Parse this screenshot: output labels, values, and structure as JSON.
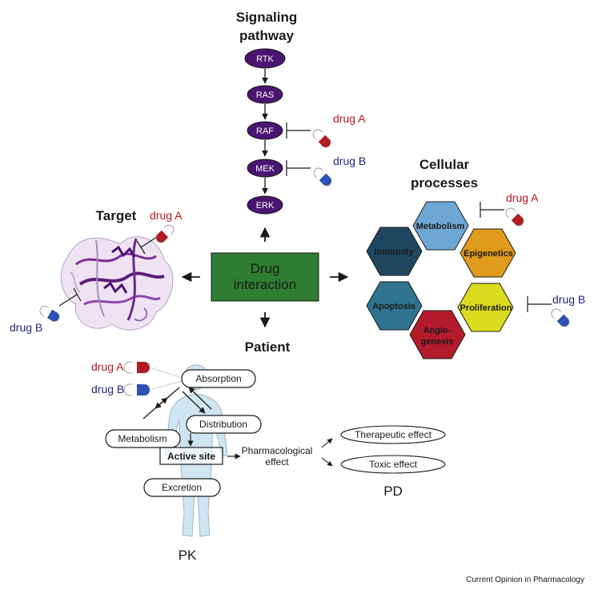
{
  "figure": {
    "signaling": {
      "title_line1": "Signaling",
      "title_line2": "pathway",
      "nodes": [
        "RTK",
        "RAS",
        "RAF",
        "MEK",
        "ERK"
      ],
      "drug_raf": "drug A",
      "drug_mek": "drug B"
    },
    "center": {
      "line1": "Drug",
      "line2": "interaction"
    },
    "target": {
      "title": "Target",
      "drug_a": "drug A",
      "drug_b": "drug B"
    },
    "cellular": {
      "title_line1": "Cellular",
      "title_line2": "processes",
      "hexagons": [
        "Metabolism",
        "Immunity",
        "Epigenetics",
        "Apoptosis",
        "Proliferation",
        "Angio-",
        "genesis"
      ],
      "drug_a": "drug A",
      "drug_b": "drug B"
    },
    "patient": {
      "title": "Patient",
      "drug_a": "drug A",
      "drug_b": "drug B",
      "absorption": "Absorption",
      "distribution": "Distribution",
      "metabolism": "Metabolism",
      "active_site": "Active site",
      "excretion": "Excretion",
      "pharm_line1": "Pharmacological",
      "pharm_line2": "effect",
      "therapeutic": "Therapeutic effect",
      "toxic": "Toxic effect",
      "pk": "PK",
      "pd": "PD"
    },
    "credit": "Current Opinion in Pharmacology",
    "colors": {
      "node_purple": "#4a1470",
      "center_green": "#2f7d32",
      "drug_a_red": "#b3191f",
      "drug_b_blue": "#2b4fb5",
      "hex_metabolism": "#6fa7d4",
      "hex_immunity": "#1f4860",
      "hex_epigenetics": "#e09b1c",
      "hex_apoptosis": "#2f7390",
      "hex_proliferation": "#dcdc1e",
      "hex_angiogenesis": "#b31a2b",
      "body_fill": "#cfe6f2"
    }
  }
}
